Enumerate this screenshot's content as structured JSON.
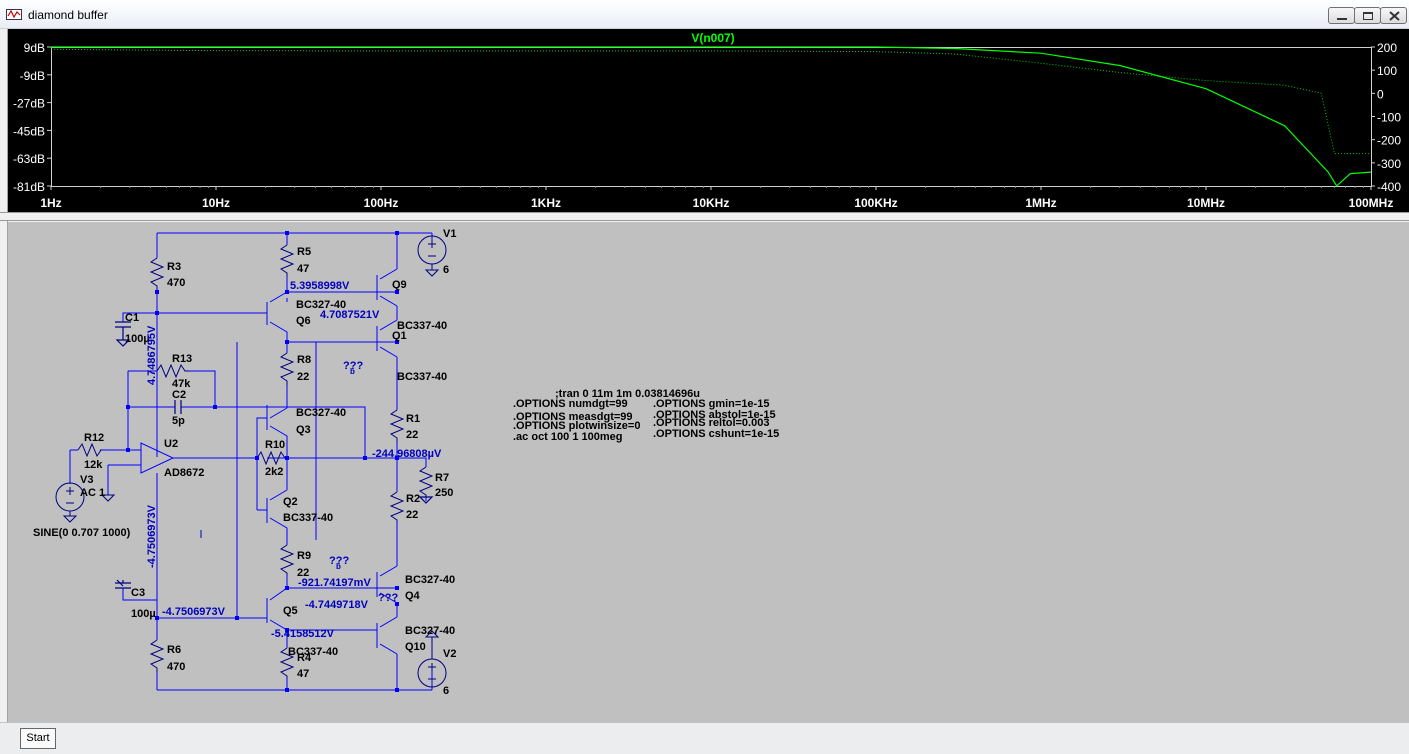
{
  "window": {
    "title": "diamond buffer",
    "icon": "ltspice-icon"
  },
  "plot": {
    "trace_name": "V(n007)",
    "y_left_ticks": [
      "9dB",
      "-9dB",
      "-27dB",
      "-45dB",
      "-63dB",
      "-81dB"
    ],
    "y_right_ticks": [
      "200",
      "100",
      "0",
      "-100",
      "-200",
      "-300",
      "-400"
    ],
    "x_ticks": [
      "1Hz",
      "10Hz",
      "100Hz",
      "1KHz",
      "10KHz",
      "100KHz",
      "1MHz",
      "10MHz",
      "100MHz"
    ],
    "trace_color": "#00ff00"
  },
  "chart_data": {
    "type": "line",
    "title": "V(n007)",
    "x_scale": "log",
    "xlim": [
      "1Hz",
      "100MHz"
    ],
    "ylim_left_db": [
      -81,
      9
    ],
    "ylim_right_deg": [
      -400,
      200
    ],
    "series": [
      {
        "name": "V(n007)",
        "style": "solid",
        "axis": "left",
        "x_hz": [
          1,
          10,
          100,
          1000,
          10000,
          100000,
          300000,
          1000000,
          3000000,
          10000000,
          30000000,
          55000000,
          62000000,
          75000000,
          100000000
        ],
        "values": [
          9,
          9,
          9,
          9,
          9,
          9,
          8,
          5,
          -3,
          -18,
          -42,
          -72,
          -81,
          -73,
          -72
        ]
      },
      {
        "name": "V(n007)",
        "style": "dotted",
        "axis": "right",
        "x_hz": [
          1,
          10,
          100,
          1000,
          10000,
          100000,
          300000,
          1000000,
          3000000,
          10000000,
          30000000,
          50000000,
          60000000,
          75000000,
          100000000
        ],
        "values": [
          190,
          184,
          183,
          183,
          183,
          180,
          170,
          130,
          90,
          55,
          35,
          0,
          -260,
          -260,
          -260
        ]
      }
    ]
  },
  "schematic": {
    "components": {
      "R3": {
        "name": "R3",
        "value": "470"
      },
      "R5": {
        "name": "R5",
        "value": "47"
      },
      "R8": {
        "name": "R8",
        "value": "22"
      },
      "R13": {
        "name": "R13",
        "value": "47k"
      },
      "C1": {
        "name": "C1",
        "value": "100µ"
      },
      "C2": {
        "name": "C2",
        "value": "5p"
      },
      "R12": {
        "name": "R12",
        "value": "12k"
      },
      "U2": {
        "name": "U2",
        "value": "AD8672"
      },
      "R10": {
        "name": "R10",
        "value": "2k2"
      },
      "V3": {
        "name": "V3",
        "value": "AC 1"
      },
      "V3_sine": "SINE(0 0.707 1000)",
      "R9": {
        "name": "R9",
        "value": "22"
      },
      "C3": {
        "name": "C3",
        "value": "100µ"
      },
      "R6": {
        "name": "R6",
        "value": "470"
      },
      "R4": {
        "name": "R4",
        "value": "47"
      },
      "R1": {
        "name": "R1",
        "value": "22"
      },
      "R2": {
        "name": "R2",
        "value": "22"
      },
      "R7": {
        "name": "R7",
        "value": "250"
      },
      "V1": {
        "name": "V1",
        "value": "6"
      },
      "V2": {
        "name": "V2",
        "value": "6"
      },
      "Q9": {
        "name": "Q9"
      },
      "Q6": {
        "name": "Q6",
        "model": "BC327-40"
      },
      "Q1": {
        "name": "Q1",
        "model": "BC337-40"
      },
      "Q9_model": "BC337-40",
      "Q3": {
        "name": "Q3",
        "model": "BC327-40"
      },
      "Q2": {
        "name": "Q2",
        "model": "BC337-40"
      },
      "Q4": {
        "name": "Q4",
        "model": "BC327-40"
      },
      "Q5": {
        "name": "Q5",
        "model": "BC337-40"
      },
      "Q10": {
        "name": "Q10",
        "model": "BC327-40"
      }
    },
    "node_voltages": {
      "n_q6e": "5.3958998V",
      "n_q1b": "4.7087521V",
      "n_c1": "4.7486795V",
      "n_out": "-244.96808µV",
      "n_c3": "-4.7506973V",
      "n_q5b": "-4.7506973V",
      "n_q4b": "-921.74197mV",
      "n_q10b": "-4.7449718V",
      "n_q5e": "-5.4158512V"
    },
    "unknown_markers": {
      "a": "???",
      "b": "???",
      "c": "???",
      "sub": "b"
    },
    "directives_left": [
      ".OPTIONS numdgt=99",
      ".OPTIONS measdgt=99",
      ".OPTIONS plotwinsize=0",
      " .ac oct 100 1 100meg"
    ],
    "directive_tran": ";tran 0 11m 1m 0.03814696u",
    "directives_right": [
      ".OPTIONS gmin=1e-15",
      ".OPTIONS abstol=1e-15",
      ".OPTIONS reltol=0.003",
      ".OPTIONS cshunt=1e-15"
    ]
  },
  "taskbar": {
    "start_label": "Start"
  }
}
